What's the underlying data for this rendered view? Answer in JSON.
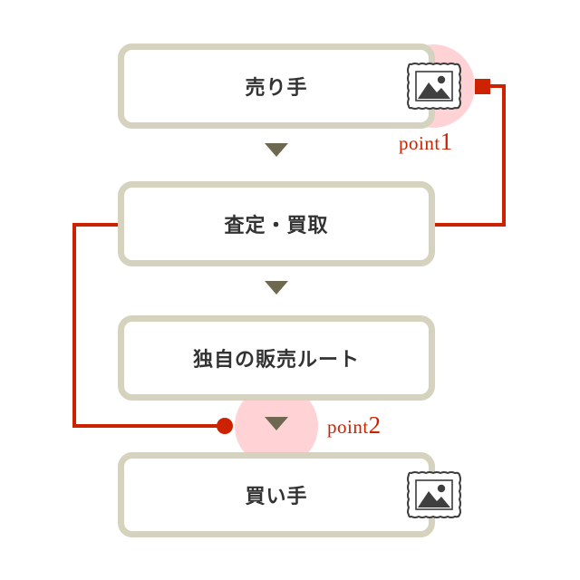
{
  "diagram": {
    "title": "buy-sell-flow",
    "background_color": "#ffffff",
    "box_border_color": "#d5d2be",
    "arrow_color": "#6f6850",
    "accent_color": "#cc2200",
    "highlight_color": "#ffc9cd",
    "text_color": "#333333"
  },
  "steps": [
    {
      "id": "seller",
      "label": "売り手",
      "icon": "picture-frame-icon"
    },
    {
      "id": "appraise",
      "label": "査定・買取",
      "icon": null
    },
    {
      "id": "route",
      "label": "独自の販売ルート",
      "icon": null
    },
    {
      "id": "buyer",
      "label": "買い手",
      "icon": "picture-frame-icon"
    }
  ],
  "arrows": [
    {
      "id": "arrow-1",
      "direction": "down"
    },
    {
      "id": "arrow-2",
      "direction": "down"
    },
    {
      "id": "arrow-3",
      "direction": "down"
    }
  ],
  "annotations": [
    {
      "id": "point1",
      "word": "point",
      "number": "1",
      "marker": "red-square",
      "targets": "seller-picture-frame"
    },
    {
      "id": "point2",
      "word": "point",
      "number": "2",
      "marker": "red-dot",
      "targets": "route-to-buyer-arrow"
    }
  ]
}
